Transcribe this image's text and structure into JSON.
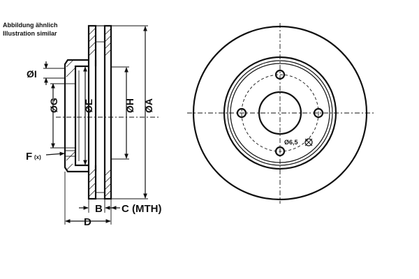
{
  "caption": {
    "line1": "Abbildung ähnlich",
    "line2": "Illustration similar"
  },
  "labels": {
    "dia_i": "ØI",
    "dia_g": "ØG",
    "dia_e": "ØE",
    "dia_h": "ØH",
    "dia_a": "ØA",
    "f": "F",
    "f_sub": "(x)",
    "b": "B",
    "c_mth": "C (MTH)",
    "d": "D",
    "bolt_hole": "Ø6,5"
  }
}
